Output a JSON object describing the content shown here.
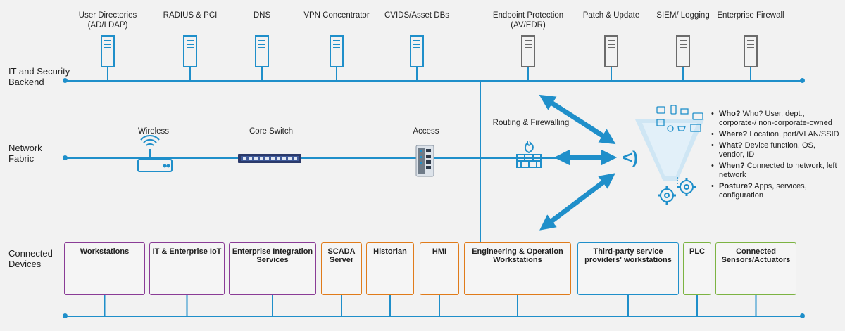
{
  "rows": {
    "backend": "IT and Security Backend",
    "fabric": "Network Fabric",
    "devices": "Connected Devices"
  },
  "backend_items": [
    {
      "label": "User Directories (AD/LDAP)",
      "color": "#1f8fca"
    },
    {
      "label": "RADIUS & PCI",
      "color": "#1f8fca"
    },
    {
      "label": "DNS",
      "color": "#1f8fca"
    },
    {
      "label": "VPN Concentrator",
      "color": "#1f8fca"
    },
    {
      "label": "CVIDS/Asset DBs",
      "color": "#1f8fca"
    },
    {
      "label": "Endpoint Protection (AV/EDR)",
      "color": "#6b6b6b"
    },
    {
      "label": "Patch & Update",
      "color": "#6b6b6b"
    },
    {
      "label": "SIEM/ Logging",
      "color": "#6b6b6b"
    },
    {
      "label": "Enterprise Firewall",
      "color": "#6b6b6b"
    }
  ],
  "fabric_items": [
    {
      "label": "Wireless",
      "icon": "wireless-access-point-icon"
    },
    {
      "label": "Core Switch",
      "icon": "core-switch-icon"
    },
    {
      "label": "Access",
      "icon": "access-switch-icon"
    },
    {
      "label": "Routing & Firewalling",
      "icon": "firewall-icon"
    }
  ],
  "funnel_symbol": "<)",
  "bullets": [
    {
      "key": "Who?",
      "text": " Who? User, dept., corporate-/ non-corporate-owned"
    },
    {
      "key": "Where?",
      "text": " Location, port/VLAN/SSID"
    },
    {
      "key": "What?",
      "text": " Device function, OS, vendor, ID"
    },
    {
      "key": "When?",
      "text": "  Connected to network, left network"
    },
    {
      "key": "Posture?",
      "text": " Apps, services, configuration"
    }
  ],
  "device_groups": [
    {
      "label": "Workstations",
      "color": "#8a3c96"
    },
    {
      "label": "IT & Enterprise IoT",
      "color": "#8a3c96"
    },
    {
      "label": "Enterprise Integration Services",
      "color": "#8a3c96"
    },
    {
      "label": "SCADA Server",
      "color": "#e07b1a"
    },
    {
      "label": "Historian",
      "color": "#e07b1a"
    },
    {
      "label": "HMI",
      "color": "#e07b1a"
    },
    {
      "label": "Engineering & Operation Workstations",
      "color": "#e07b1a"
    },
    {
      "label": "Third-party service providers' workstations",
      "color": "#1f8fca"
    },
    {
      "label": "PLC",
      "color": "#7cb342"
    },
    {
      "label": "Connected Sensors/Actuators",
      "color": "#7cb342"
    }
  ],
  "colors": {
    "line": "#1f8fca",
    "purple": "#8a3c96",
    "orange": "#e07b1a",
    "blue": "#1f8fca",
    "green": "#7cb342",
    "gray": "#6b6b6b"
  }
}
